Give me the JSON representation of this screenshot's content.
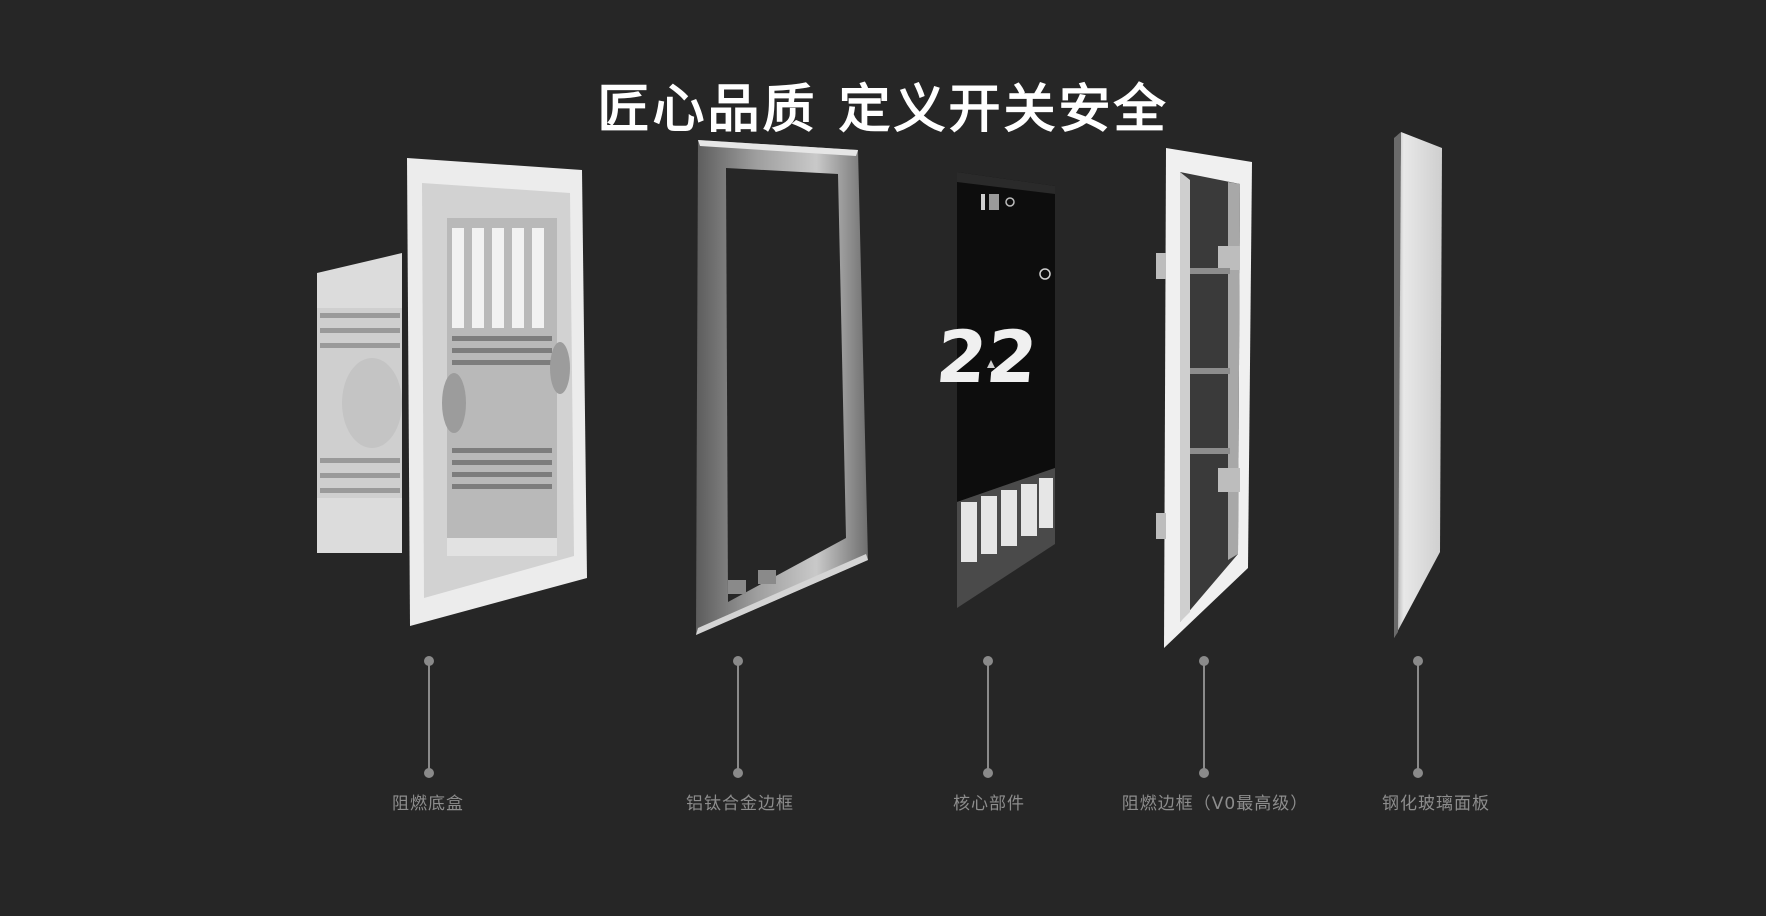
{
  "title": "匠心品质 定义开关安全",
  "display": {
    "temperature": "22"
  },
  "components": [
    {
      "label": "阻燃底盒"
    },
    {
      "label": "铝钛合金边框"
    },
    {
      "label": "核心部件"
    },
    {
      "label": "阻燃边框（V0最高级）"
    },
    {
      "label": "钢化玻璃面板"
    }
  ],
  "colors": {
    "background": "#262626",
    "title": "#ffffff",
    "label": "#8d8d8d",
    "callout": "#8a8a8a"
  }
}
